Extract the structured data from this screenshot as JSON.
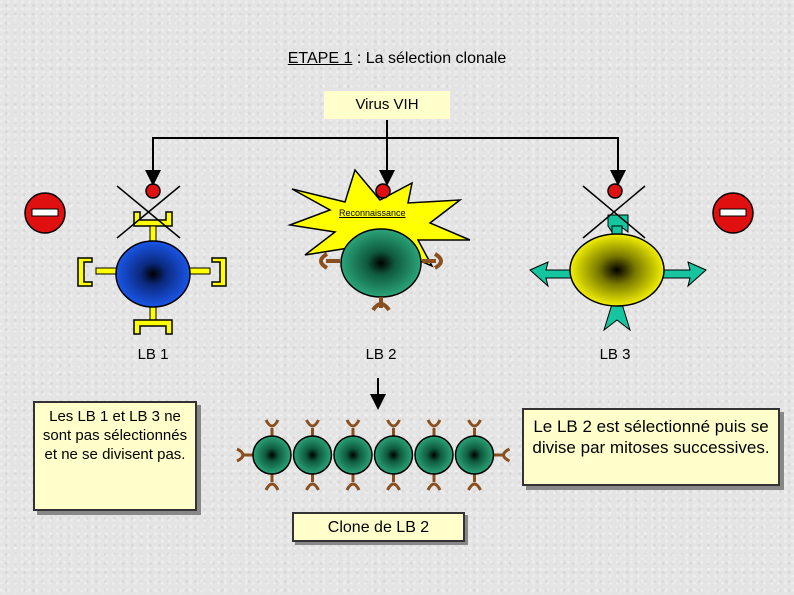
{
  "title": {
    "underlined": "ETAPE 1",
    "rest": " : La sélection clonale"
  },
  "virus_label": "Virus VIH",
  "recognition_label": "Reconnaissance",
  "cells": [
    {
      "label": "LB 1",
      "color": "#1a56e8"
    },
    {
      "label": "LB 2",
      "color": "#2aa57a"
    },
    {
      "label": "LB 3",
      "color": "#f2f000"
    }
  ],
  "left_note": "Les LB 1 et LB 3 ne sont pas sélectionnés et ne se divisent pas.",
  "right_note": "Le LB 2 est sélectionné puis se divise par mitoses successives.",
  "clone_label": "Clone de LB  2",
  "colors": {
    "antigen_red": "#e01010",
    "receptor_yellow": "#ffff00",
    "receptor_teal": "#17c4a0",
    "burst_yellow": "#ffff00",
    "box_fill": "#ffffcc"
  }
}
